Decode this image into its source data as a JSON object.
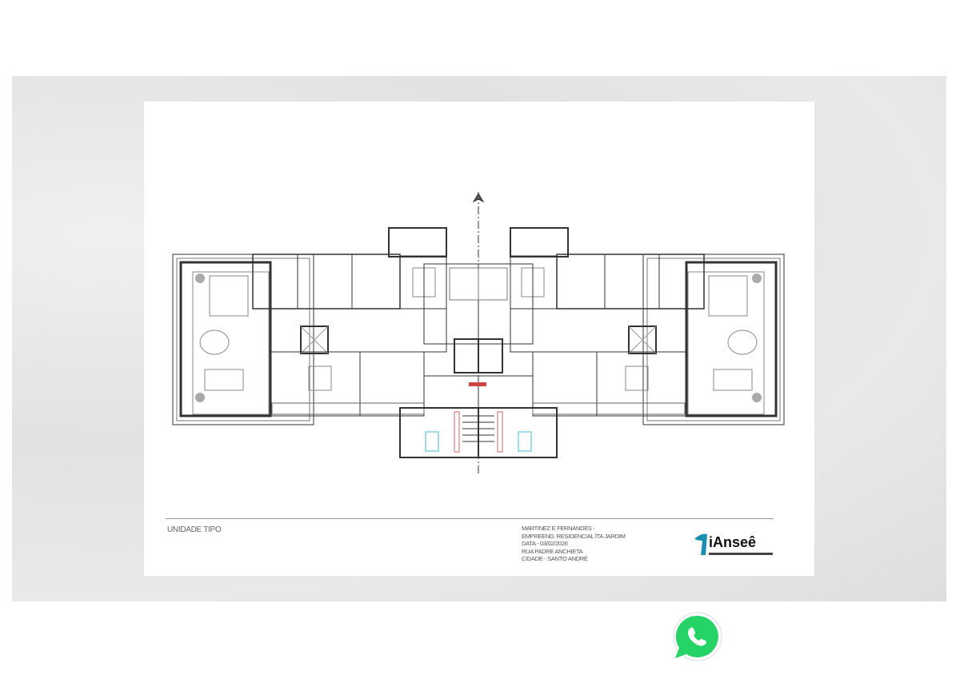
{
  "sheet": {
    "title": "UNIDADE TIPO",
    "info_lines": [
      "MARTINEZ E FERNANDES -",
      "EMPREEND. RESIDENCIAL ÍTA JARDIM",
      "DATA - 03/02/2026",
      "RUA PADRE ANCHIETA",
      "CIDADE - SANTO ANDRÉ"
    ],
    "logo_text": "iAnseê"
  },
  "colors": {
    "whatsapp": "#25D366",
    "logo_accent": "#1a8fb0"
  },
  "icons": {
    "whatsapp": "whatsapp-icon",
    "north": "north-arrow-icon"
  }
}
